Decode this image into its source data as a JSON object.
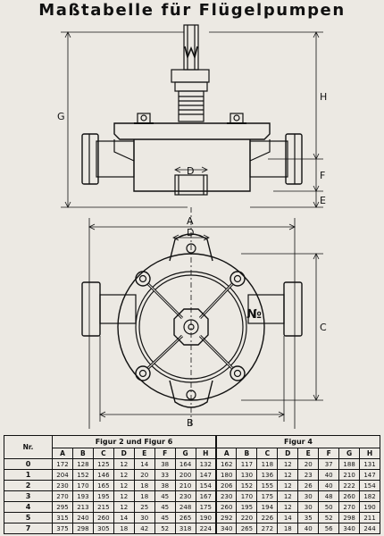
{
  "title": "Maßtabelle für Flügelpumpen",
  "drawing": {
    "labels": {
      "G": "G",
      "H": "H",
      "F": "F",
      "E": "E",
      "D_top": "D",
      "A": "A",
      "D_mid": "D",
      "C": "C",
      "B": "B",
      "no_mark": "№"
    }
  },
  "table": {
    "nr_header": "Nr.",
    "group_left": "Figur 2 und Figur 6",
    "group_right": "Figur 4",
    "columns": [
      "A",
      "B",
      "C",
      "D",
      "E",
      "F",
      "G",
      "H"
    ],
    "rows": [
      {
        "nr": "0",
        "left": [
          "172",
          "128",
          "125",
          "12",
          "14",
          "38",
          "164",
          "132"
        ],
        "right": [
          "162",
          "117",
          "118",
          "12",
          "20",
          "37",
          "188",
          "131"
        ]
      },
      {
        "nr": "1",
        "left": [
          "204",
          "152",
          "146",
          "12",
          "20",
          "33",
          "200",
          "147"
        ],
        "right": [
          "180",
          "130",
          "136",
          "12",
          "23",
          "40",
          "210",
          "147"
        ]
      },
      {
        "nr": "2",
        "left": [
          "230",
          "170",
          "165",
          "12",
          "18",
          "38",
          "210",
          "154"
        ],
        "right": [
          "206",
          "152",
          "155",
          "12",
          "26",
          "40",
          "222",
          "154"
        ]
      },
      {
        "nr": "3",
        "left": [
          "270",
          "193",
          "195",
          "12",
          "18",
          "45",
          "230",
          "167"
        ],
        "right": [
          "230",
          "170",
          "175",
          "12",
          "30",
          "48",
          "260",
          "182"
        ]
      },
      {
        "nr": "4",
        "left": [
          "295",
          "213",
          "215",
          "12",
          "25",
          "45",
          "248",
          "175"
        ],
        "right": [
          "260",
          "195",
          "194",
          "12",
          "30",
          "50",
          "270",
          "190"
        ]
      },
      {
        "nr": "5",
        "left": [
          "315",
          "240",
          "260",
          "14",
          "30",
          "45",
          "265",
          "190"
        ],
        "right": [
          "292",
          "220",
          "226",
          "14",
          "35",
          "52",
          "298",
          "211"
        ]
      },
      {
        "nr": "7",
        "left": [
          "375",
          "298",
          "305",
          "18",
          "42",
          "52",
          "318",
          "224"
        ],
        "right": [
          "340",
          "265",
          "272",
          "18",
          "40",
          "56",
          "340",
          "244"
        ]
      }
    ]
  }
}
